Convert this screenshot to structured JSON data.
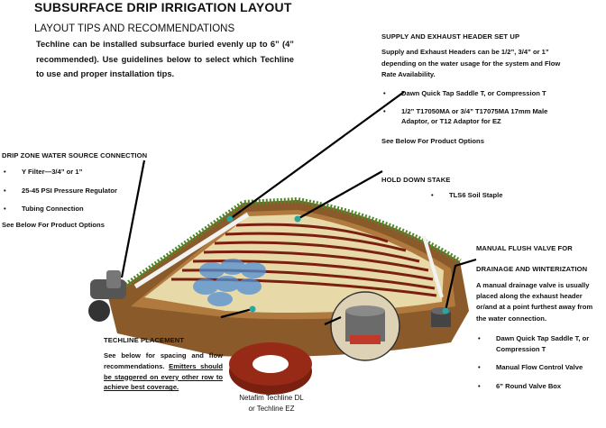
{
  "title": "SUBSURFACE DRIP IRRIGATION LAYOUT",
  "subtitle": "LAYOUT TIPS AND RECOMMENDATIONS",
  "intro": "Techline can be installed subsurface buried evenly up to 6” (4” recommended).  Use guidelines below to select which Techline to use and proper installation tips.",
  "supply": {
    "header": "SUPPLY AND EXHAUST HEADER SET UP",
    "body": "Supply and Exhaust Headers can be 1/2”, 3/4” or 1” depending on the water usage for the system and Flow Rate Availability.",
    "items": [
      "Dawn Quick Tap Saddle T, or Compression T",
      "1/2” T17050MA or 3/4” T17075MA 17mm Male Adaptor, or T12 Adaptor for EZ"
    ],
    "see_below": "See Below For Product Options"
  },
  "drip_zone": {
    "header": "DRIP ZONE WATER SOURCE CONNECTION",
    "items": [
      "Y Filter—3/4” or 1”",
      "25-45 PSI Pressure Regulator",
      "Tubing Connection"
    ],
    "see_below": "See Below For Product Options"
  },
  "hold_down": {
    "header": "HOLD DOWN STAKE",
    "items": [
      "TLS6 Soil Staple"
    ]
  },
  "flush_valve": {
    "header_line1": "MANUAL FLUSH VALVE FOR",
    "header_line2": "DRAINAGE AND WINTERIZATION",
    "body": "A manual drainage valve is usually placed along the exhaust header or/and at a point furthest away from the water connection.",
    "items": [
      "Dawn Quick Tap Saddle T, or Compression T",
      "Manual Flow Control Valve",
      "6” Round Valve Box"
    ]
  },
  "techline": {
    "header": "TECHLINE PLACEMENT",
    "body_plain": "See below for spacing and flow recommendations.",
    "body_underlined": "Emitters should be staggered on every other row to achieve best coverage."
  },
  "caption_line1": "Netafim Techline DL",
  "caption_line2": "or Techline EZ",
  "colors": {
    "soil": "#8a5a2b",
    "grass": "#4e8a2a",
    "techline": "#7a2010",
    "bed": "#e8d9a8",
    "water": "#4f8fd6",
    "marker": "#2aa6a0"
  }
}
